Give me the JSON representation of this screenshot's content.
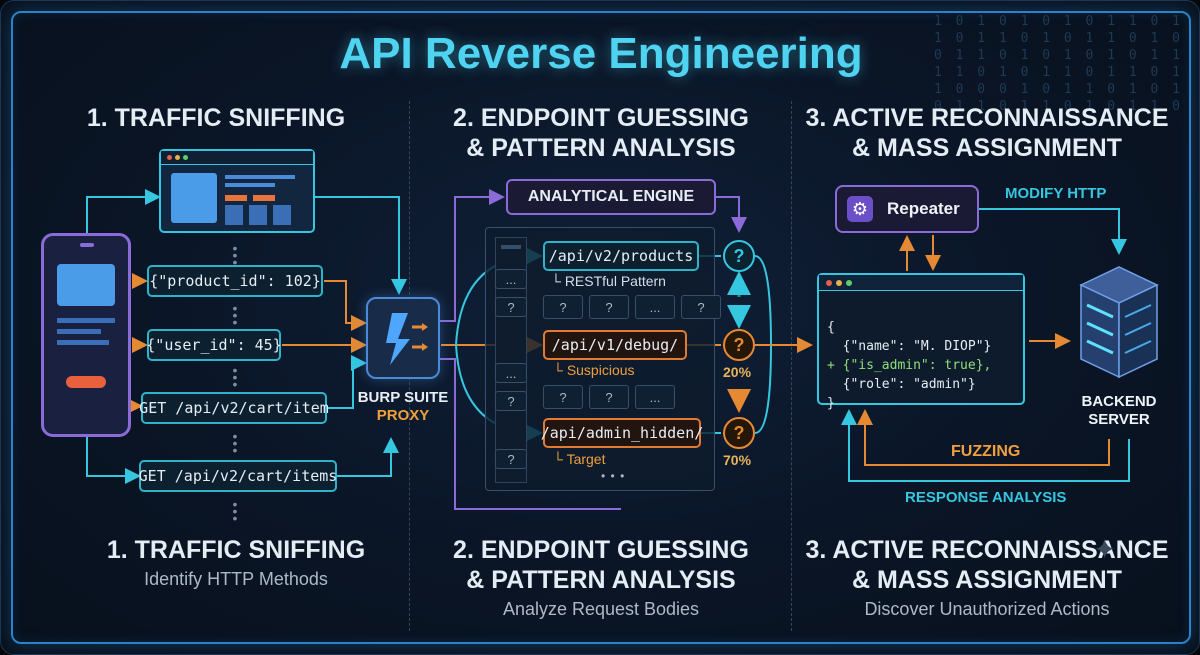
{
  "title": "API Reverse Engineering",
  "background_binary": "1 0 1 0 1 0 1 0 1 1 0 1\n1 0 1 1 0 1 0 1 1 0 1 0\n0 1 1 0 1 0 1 0 1 0 1 1\n1 1 0 1 0 1 1 0 1 1 0 1\n1 0 0 0 1 0 1 1 0 1 0 1\n0 1 1 0 1 1 0 1 0 1 1 0",
  "section1": {
    "heading": "1. TRAFFIC SNIFFING",
    "footer_heading": "1. TRAFFIC SNIFFING",
    "footer_sub": "Identify HTTP Methods",
    "requests": [
      "{\"product_id\": 102}",
      "{\"user_id\": 45}",
      "GET /api/v2/cart/item",
      "GET /api/v2/cart/items"
    ],
    "proxy_label_1": "BURP SUITE",
    "proxy_label_2": "PROXY"
  },
  "section2": {
    "heading_1": "2. ENDPOINT GUESSING",
    "heading_2": "& PATTERN ANALYSIS",
    "footer_heading_1": "2. ENDPOINT GUESSING",
    "footer_heading_2": "& PATTERN ANALYSIS",
    "footer_sub": "Analyze Request Bodies",
    "engine_label": "ANALYTICAL ENGINE",
    "endpoints": [
      {
        "path": "/api/v2/products",
        "note": "RESTful Pattern",
        "pct": ""
      },
      {
        "path": "/api/v1/debug/",
        "note": "Suspicious",
        "pct": "20%"
      },
      {
        "path": "/api/admin_hidden/",
        "note": "Target",
        "pct": "70%"
      }
    ],
    "q": "?",
    "ellipsis": "...",
    "more": "• • •"
  },
  "section3": {
    "heading_1": "3. ACTIVE RECONNAISSANCE",
    "heading_2": "& MASS ASSIGNMENT",
    "footer_heading_1": "3. ACTIVE RECONNAISSANCE",
    "footer_heading_2": "& MASS ASSIGNMENT",
    "footer_sub": "Discover Unauthorized Actions",
    "repeater_label": "Repeater",
    "modify_label": "MODIFY HTTP",
    "fuzzing_label": "FUZZING",
    "response_label": "RESPONSE ANALYSIS",
    "backend_label_1": "BACKEND",
    "backend_label_2": "SERVER",
    "code_lines": [
      "{",
      "  {\"name\": \"M. DIOP\"}",
      "+ {\"is_admin\": true},",
      "  {\"role\": \"admin\"}",
      "}"
    ]
  },
  "colors": {
    "accent_cyan": "#35c6e0",
    "accent_orange": "#e07b34",
    "title": "#4ed3f0",
    "purple": "#8a6bd8"
  }
}
